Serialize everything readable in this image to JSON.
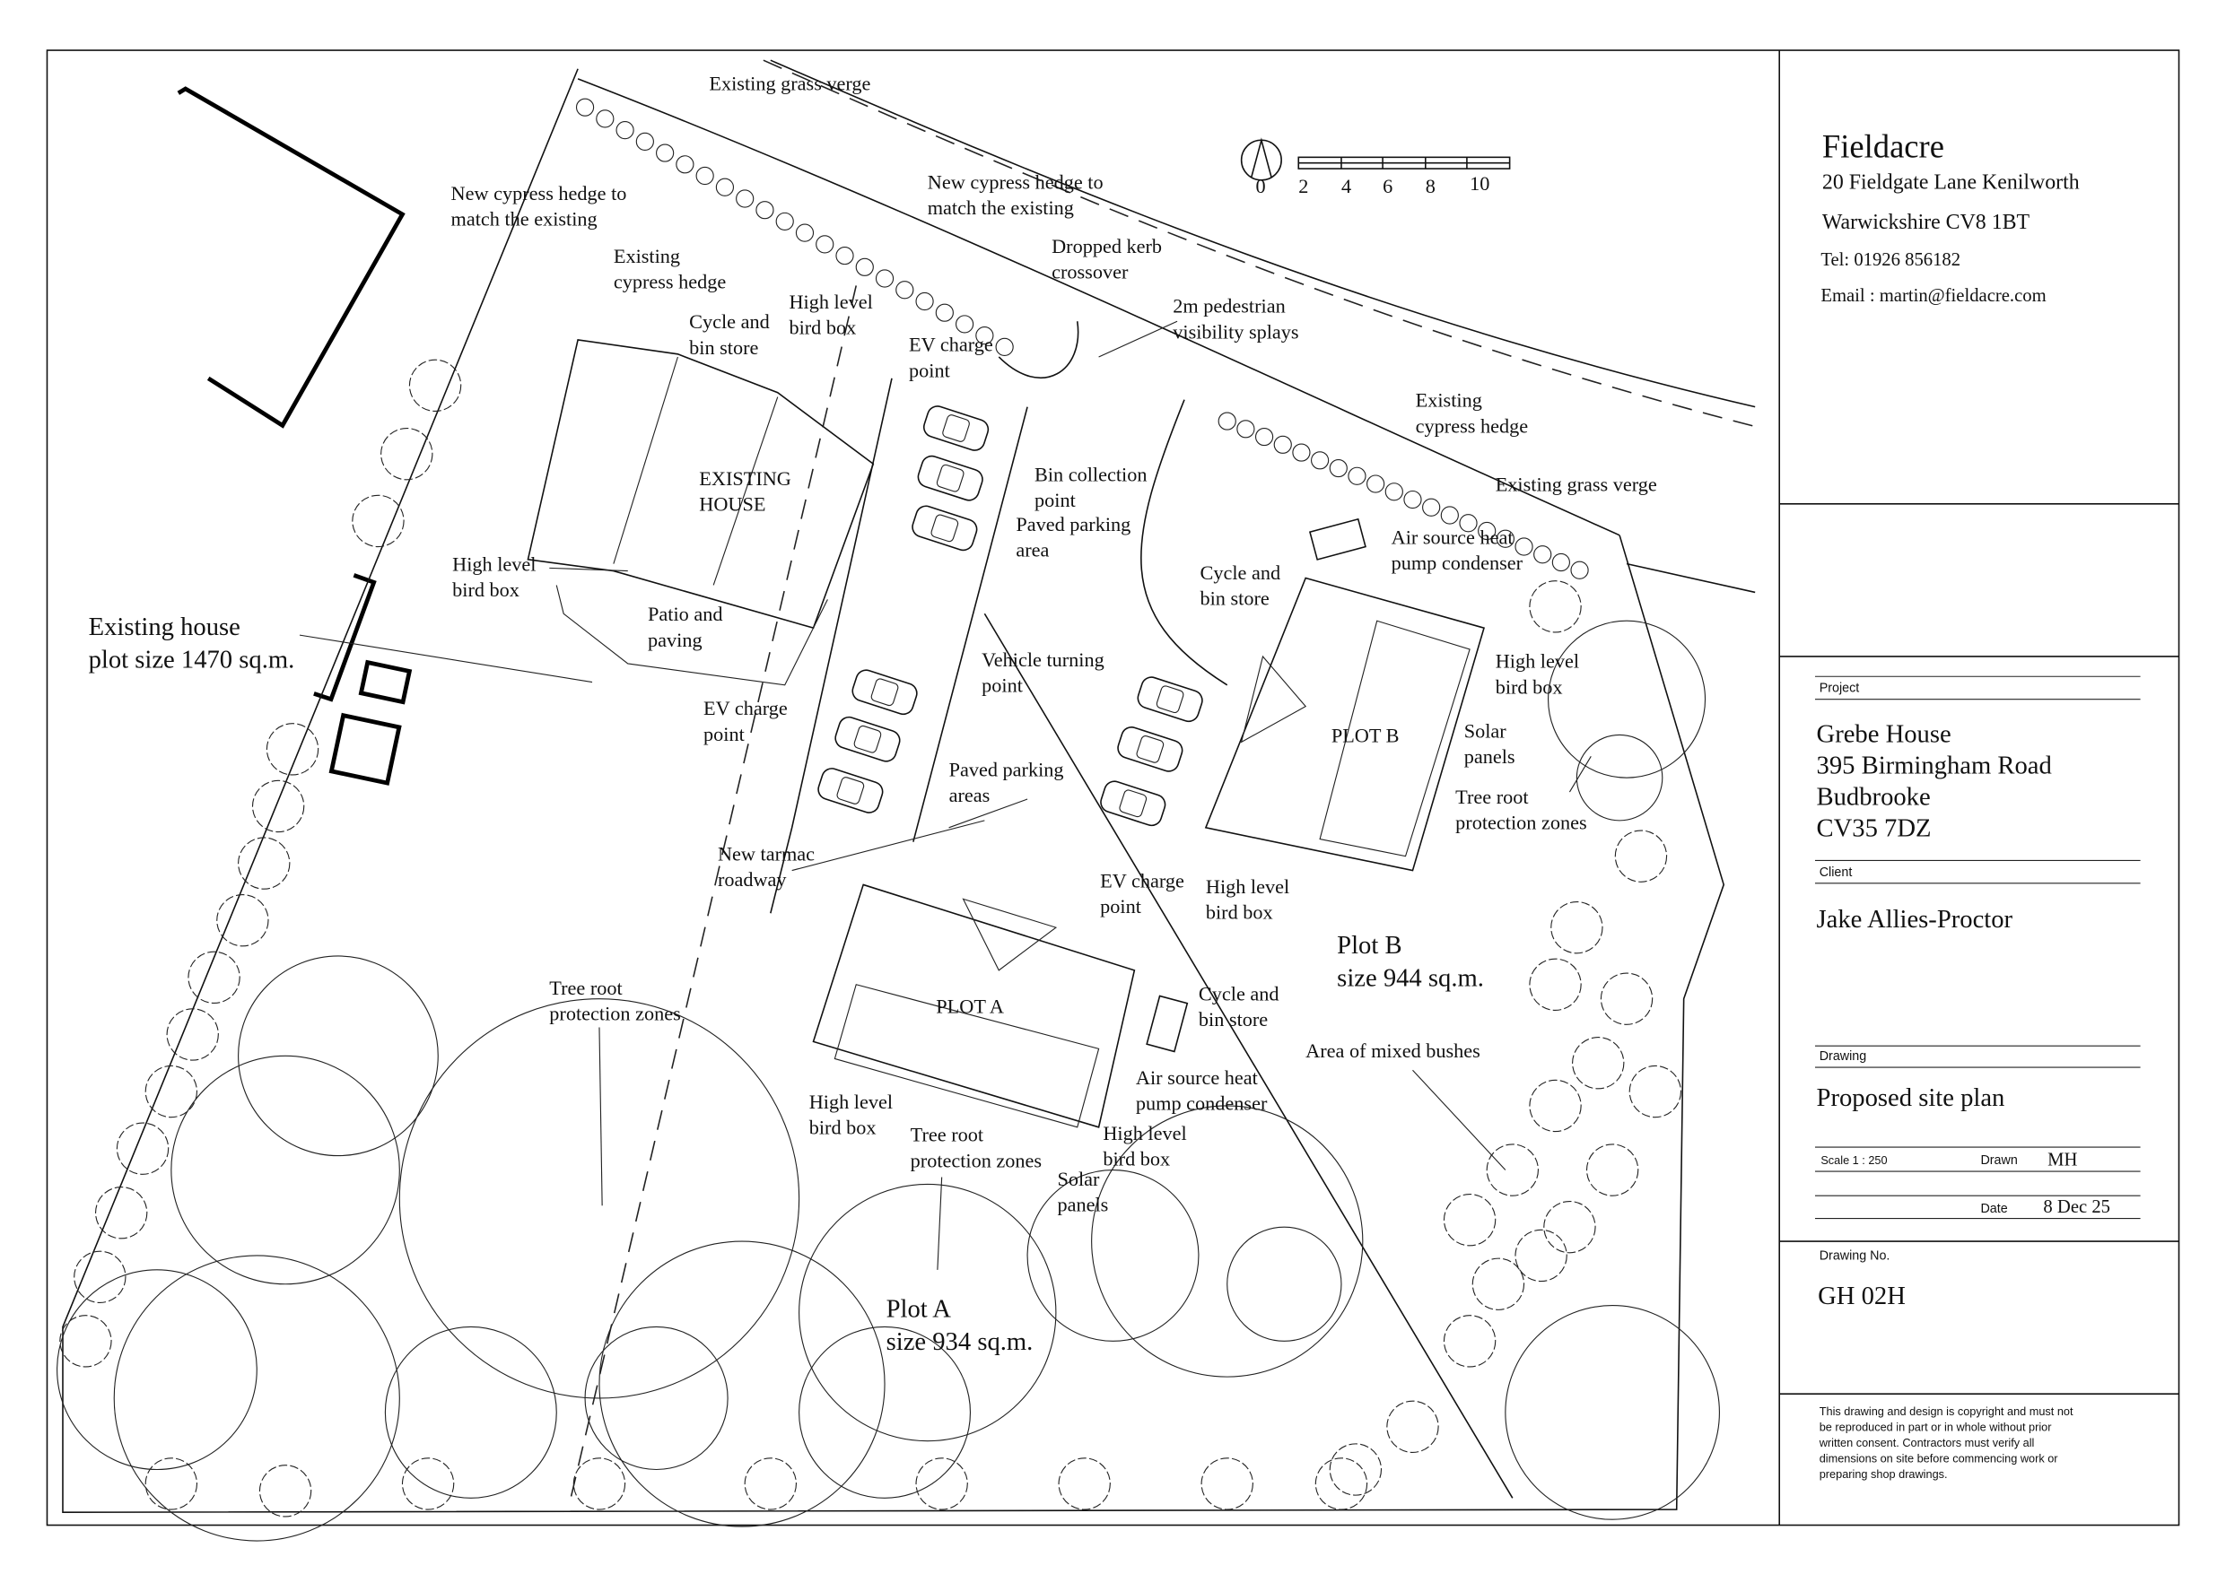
{
  "title_block": {
    "company": "Fieldacre",
    "address_line1": "20 Fieldgate Lane Kenilworth",
    "address_line2": "Warwickshire CV8 1BT",
    "tel": "Tel: 01926 856182",
    "email": "Email : martin@fieldacre.com",
    "project_label": "Project",
    "project_lines": [
      "Grebe House",
      "395 Birmingham Road",
      "Budbrooke",
      "CV35 7DZ"
    ],
    "client_label": "Client",
    "client": "Jake Allies-Proctor",
    "drawing_label": "Drawing",
    "drawing": "Proposed site plan",
    "scale": "Scale 1 : 250",
    "drawn_label": "Drawn",
    "drawn": "MH",
    "date_label": "Date",
    "date": "8 Dec 25",
    "drawing_no_label": "Drawing No.",
    "drawing_no": "GH 02H",
    "copyright": [
      "This drawing and design is copyright and must not",
      "be reproduced in part or in whole without prior",
      "written consent.  Contractors must verify all",
      "dimensions on site before commencing work or",
      "preparing shop drawings."
    ]
  },
  "scale_bar": {
    "labels": [
      "0",
      "2",
      "4",
      "6",
      "8",
      "10"
    ]
  },
  "plan": {
    "labels": [
      {
        "name": "existing-grass-verge-north",
        "lines": [
          "Existing grass verge"
        ]
      },
      {
        "name": "new-cypress-hedge-west",
        "lines": [
          "New cypress hedge to",
          "match the existing"
        ]
      },
      {
        "name": "existing-cypress-hedge-west",
        "lines": [
          "Existing",
          "cypress hedge"
        ]
      },
      {
        "name": "cycle-bin-store-house",
        "lines": [
          "Cycle and",
          "bin store"
        ]
      },
      {
        "name": "bird-box-house-north",
        "lines": [
          "High level",
          "bird box"
        ]
      },
      {
        "name": "ev-charge-north",
        "lines": [
          "EV charge",
          "point"
        ]
      },
      {
        "name": "new-cypress-hedge-east",
        "lines": [
          "New cypress hedge to",
          "match the existing"
        ]
      },
      {
        "name": "dropped-kerb",
        "lines": [
          "Dropped kerb",
          "crossover"
        ]
      },
      {
        "name": "visibility-splays",
        "lines": [
          "2m pedestrian",
          "visibility splays"
        ]
      },
      {
        "name": "existing-cypress-hedge-east",
        "lines": [
          "Existing",
          "cypress hedge"
        ]
      },
      {
        "name": "existing-grass-verge-east",
        "lines": [
          "Existing grass verge"
        ]
      },
      {
        "name": "bin-collection-point",
        "lines": [
          "Bin collection",
          "point"
        ]
      },
      {
        "name": "existing-house",
        "lines": [
          "EXISTING",
          "HOUSE"
        ]
      },
      {
        "name": "paved-parking-area",
        "lines": [
          "Paved parking",
          "area"
        ]
      },
      {
        "name": "air-source-plot-b",
        "lines": [
          "Air source heat",
          "pump condenser"
        ]
      },
      {
        "name": "cycle-bin-store-plot-b",
        "lines": [
          "Cycle and",
          "bin store"
        ]
      },
      {
        "name": "bird-box-house-west",
        "lines": [
          "High level",
          "bird box"
        ]
      },
      {
        "name": "patio-paving",
        "lines": [
          "Patio and",
          "paving"
        ]
      },
      {
        "name": "existing-house-plot-size",
        "lines": [
          "Existing house",
          "plot size 1470 sq.m."
        ],
        "big": true
      },
      {
        "name": "vehicle-turning-point",
        "lines": [
          "Vehicle turning",
          "point"
        ]
      },
      {
        "name": "bird-box-plot-b-east",
        "lines": [
          "High level",
          "bird box"
        ]
      },
      {
        "name": "ev-charge-west",
        "lines": [
          "EV charge",
          "point"
        ]
      },
      {
        "name": "plot-b-title",
        "lines": [
          "PLOT B"
        ]
      },
      {
        "name": "solar-panels-plot-b",
        "lines": [
          "Solar",
          "panels"
        ]
      },
      {
        "name": "paved-parking-areas",
        "lines": [
          "Paved parking",
          "areas"
        ]
      },
      {
        "name": "tree-root-zones-east",
        "lines": [
          "Tree root",
          "protection zones"
        ]
      },
      {
        "name": "new-tarmac-roadway",
        "lines": [
          "New tarmac",
          "roadway"
        ]
      },
      {
        "name": "ev-charge-plot-b",
        "lines": [
          "EV charge",
          "point"
        ]
      },
      {
        "name": "bird-box-plot-b-south",
        "lines": [
          "High level",
          "bird box"
        ]
      },
      {
        "name": "plot-b-size",
        "lines": [
          "Plot B",
          "size 944 sq.m."
        ],
        "big": true
      },
      {
        "name": "tree-root-zones-west",
        "lines": [
          "Tree root",
          "protection zones"
        ]
      },
      {
        "name": "plot-a-title",
        "lines": [
          "PLOT A"
        ]
      },
      {
        "name": "cycle-bin-store-plot-a",
        "lines": [
          "Cycle and",
          "bin store"
        ]
      },
      {
        "name": "mixed-bushes",
        "lines": [
          "Area of mixed bushes"
        ]
      },
      {
        "name": "air-source-plot-a",
        "lines": [
          "Air source heat",
          "pump condenser"
        ]
      },
      {
        "name": "bird-box-plot-a-west",
        "lines": [
          "High level",
          "bird box"
        ]
      },
      {
        "name": "tree-root-zones-south",
        "lines": [
          "Tree root",
          "protection zones"
        ]
      },
      {
        "name": "bird-box-plot-a-east",
        "lines": [
          "High level",
          "bird box"
        ]
      },
      {
        "name": "solar-panels-plot-a",
        "lines": [
          "Solar",
          "panels"
        ]
      },
      {
        "name": "plot-a-size",
        "lines": [
          "Plot A",
          "size 934 sq.m."
        ],
        "big": true
      }
    ]
  }
}
